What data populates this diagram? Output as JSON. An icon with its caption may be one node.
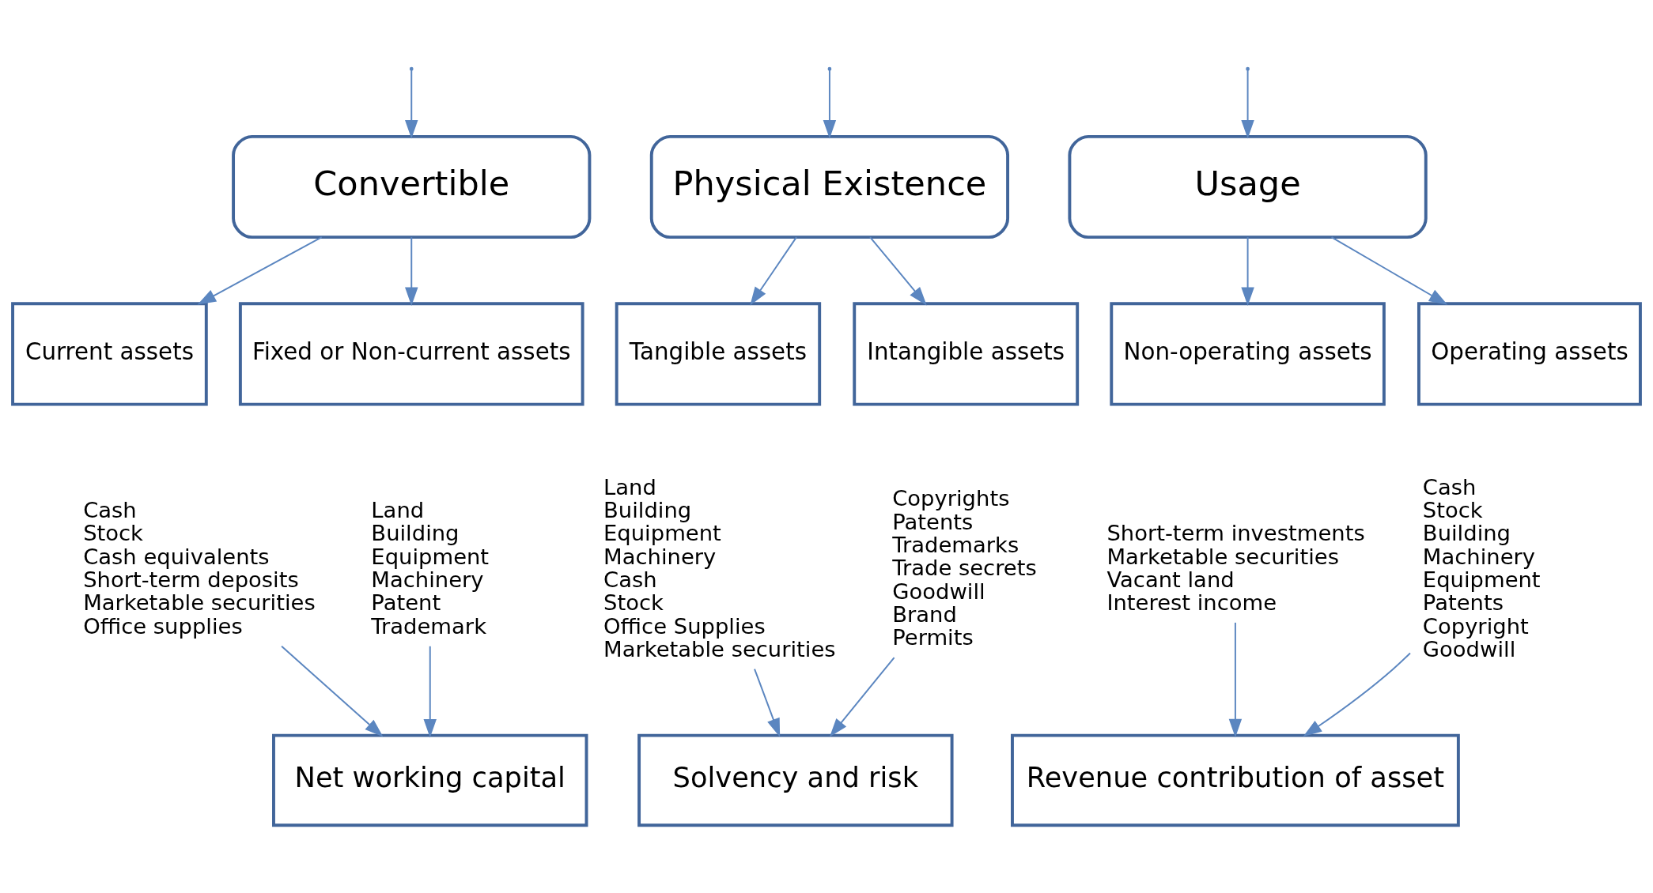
{
  "diagram": {
    "nodes": [
      {
        "text": [
          "Convertible"
        ]
      },
      {
        "text": [
          "Physical Existence"
        ]
      },
      {
        "text": [
          "Usage"
        ]
      },
      {
        "text": [
          "Current assets"
        ]
      },
      {
        "text": [
          "Fixed or Non-current assets"
        ]
      },
      {
        "text": [
          "Tangible assets"
        ]
      },
      {
        "text": [
          "Intangible assets"
        ]
      },
      {
        "text": [
          "Non-operating assets"
        ]
      },
      {
        "text": [
          "Operating assets"
        ]
      },
      {
        "text": [
          "Cash",
          "Stock",
          "Cash equivalents",
          "Short-term deposits",
          "Marketable securities",
          "Office supplies"
        ]
      },
      {
        "text": [
          "Land",
          "Building",
          "Equipment",
          "Machinery",
          "Patent",
          "Trademark"
        ]
      },
      {
        "text": [
          "Land",
          "Building",
          "Equipment",
          "Machinery",
          "Cash",
          "Stock",
          "Office Supplies",
          "Marketable securities"
        ]
      },
      {
        "text": [
          "Copyrights",
          "Patents",
          "Trademarks",
          "Trade secrets",
          "Goodwill",
          "Brand",
          "Permits"
        ]
      },
      {
        "text": [
          "Short-term investments",
          "Marketable securities",
          "Vacant land",
          "Interest income"
        ]
      },
      {
        "text": [
          "Cash",
          "Stock",
          "Building",
          "Machinery",
          "Equipment",
          "Patents",
          "Copyright",
          "Goodwill"
        ]
      },
      {
        "text": [
          "Net working capital"
        ]
      },
      {
        "text": [
          "Solvency and risk"
        ]
      },
      {
        "text": [
          "Revenue contribution of asset"
        ]
      }
    ],
    "edges": [
      {
        "from": null,
        "to": 0,
        "arrow": "to"
      },
      {
        "from": null,
        "to": 1,
        "arrow": "to"
      },
      {
        "from": null,
        "to": 2,
        "arrow": "to"
      },
      {
        "from": 0,
        "to": 3,
        "arrow": "to"
      },
      {
        "from": 0,
        "to": 4,
        "arrow": "to"
      },
      {
        "from": 1,
        "to": 5,
        "arrow": "to"
      },
      {
        "from": 1,
        "to": 6,
        "arrow": "to"
      },
      {
        "from": 2,
        "to": 7,
        "arrow": "to"
      },
      {
        "from": 2,
        "to": 8,
        "arrow": "to"
      },
      {
        "from": 9,
        "to": 15,
        "arrow": "to"
      },
      {
        "from": 10,
        "to": 15,
        "arrow": "to"
      },
      {
        "from": 11,
        "to": 16,
        "arrow": "to"
      },
      {
        "from": 12,
        "to": 16,
        "arrow": "to"
      },
      {
        "from": 13,
        "to": 17,
        "arrow": "to"
      },
      {
        "from": 14,
        "to": 17,
        "arrow": "to"
      }
    ]
  }
}
